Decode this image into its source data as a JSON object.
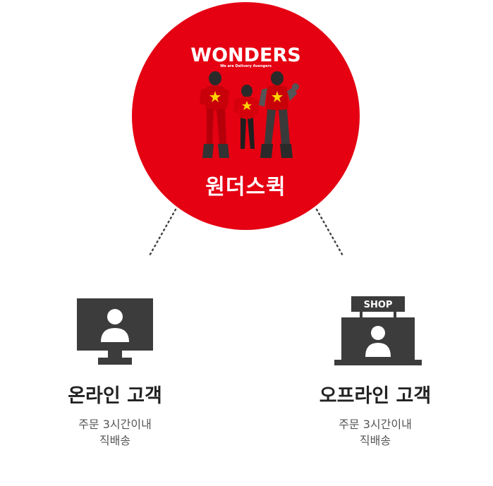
{
  "brand": {
    "logo_text": "WONDERS",
    "tagline": "We are Delivery Avengers",
    "name": "원더스퀵",
    "color": "#e50012"
  },
  "online": {
    "title": "온라인 고객",
    "desc_line1": "주문 3시간이내",
    "desc_line2": "직배송"
  },
  "offline": {
    "sign": "SHOP",
    "title": "오프라인 고객",
    "desc_line1": "주문 3시간이내",
    "desc_line2": "직배송"
  },
  "icons": [
    "monitor-user-icon",
    "shop-user-icon",
    "heroes-illustration"
  ]
}
